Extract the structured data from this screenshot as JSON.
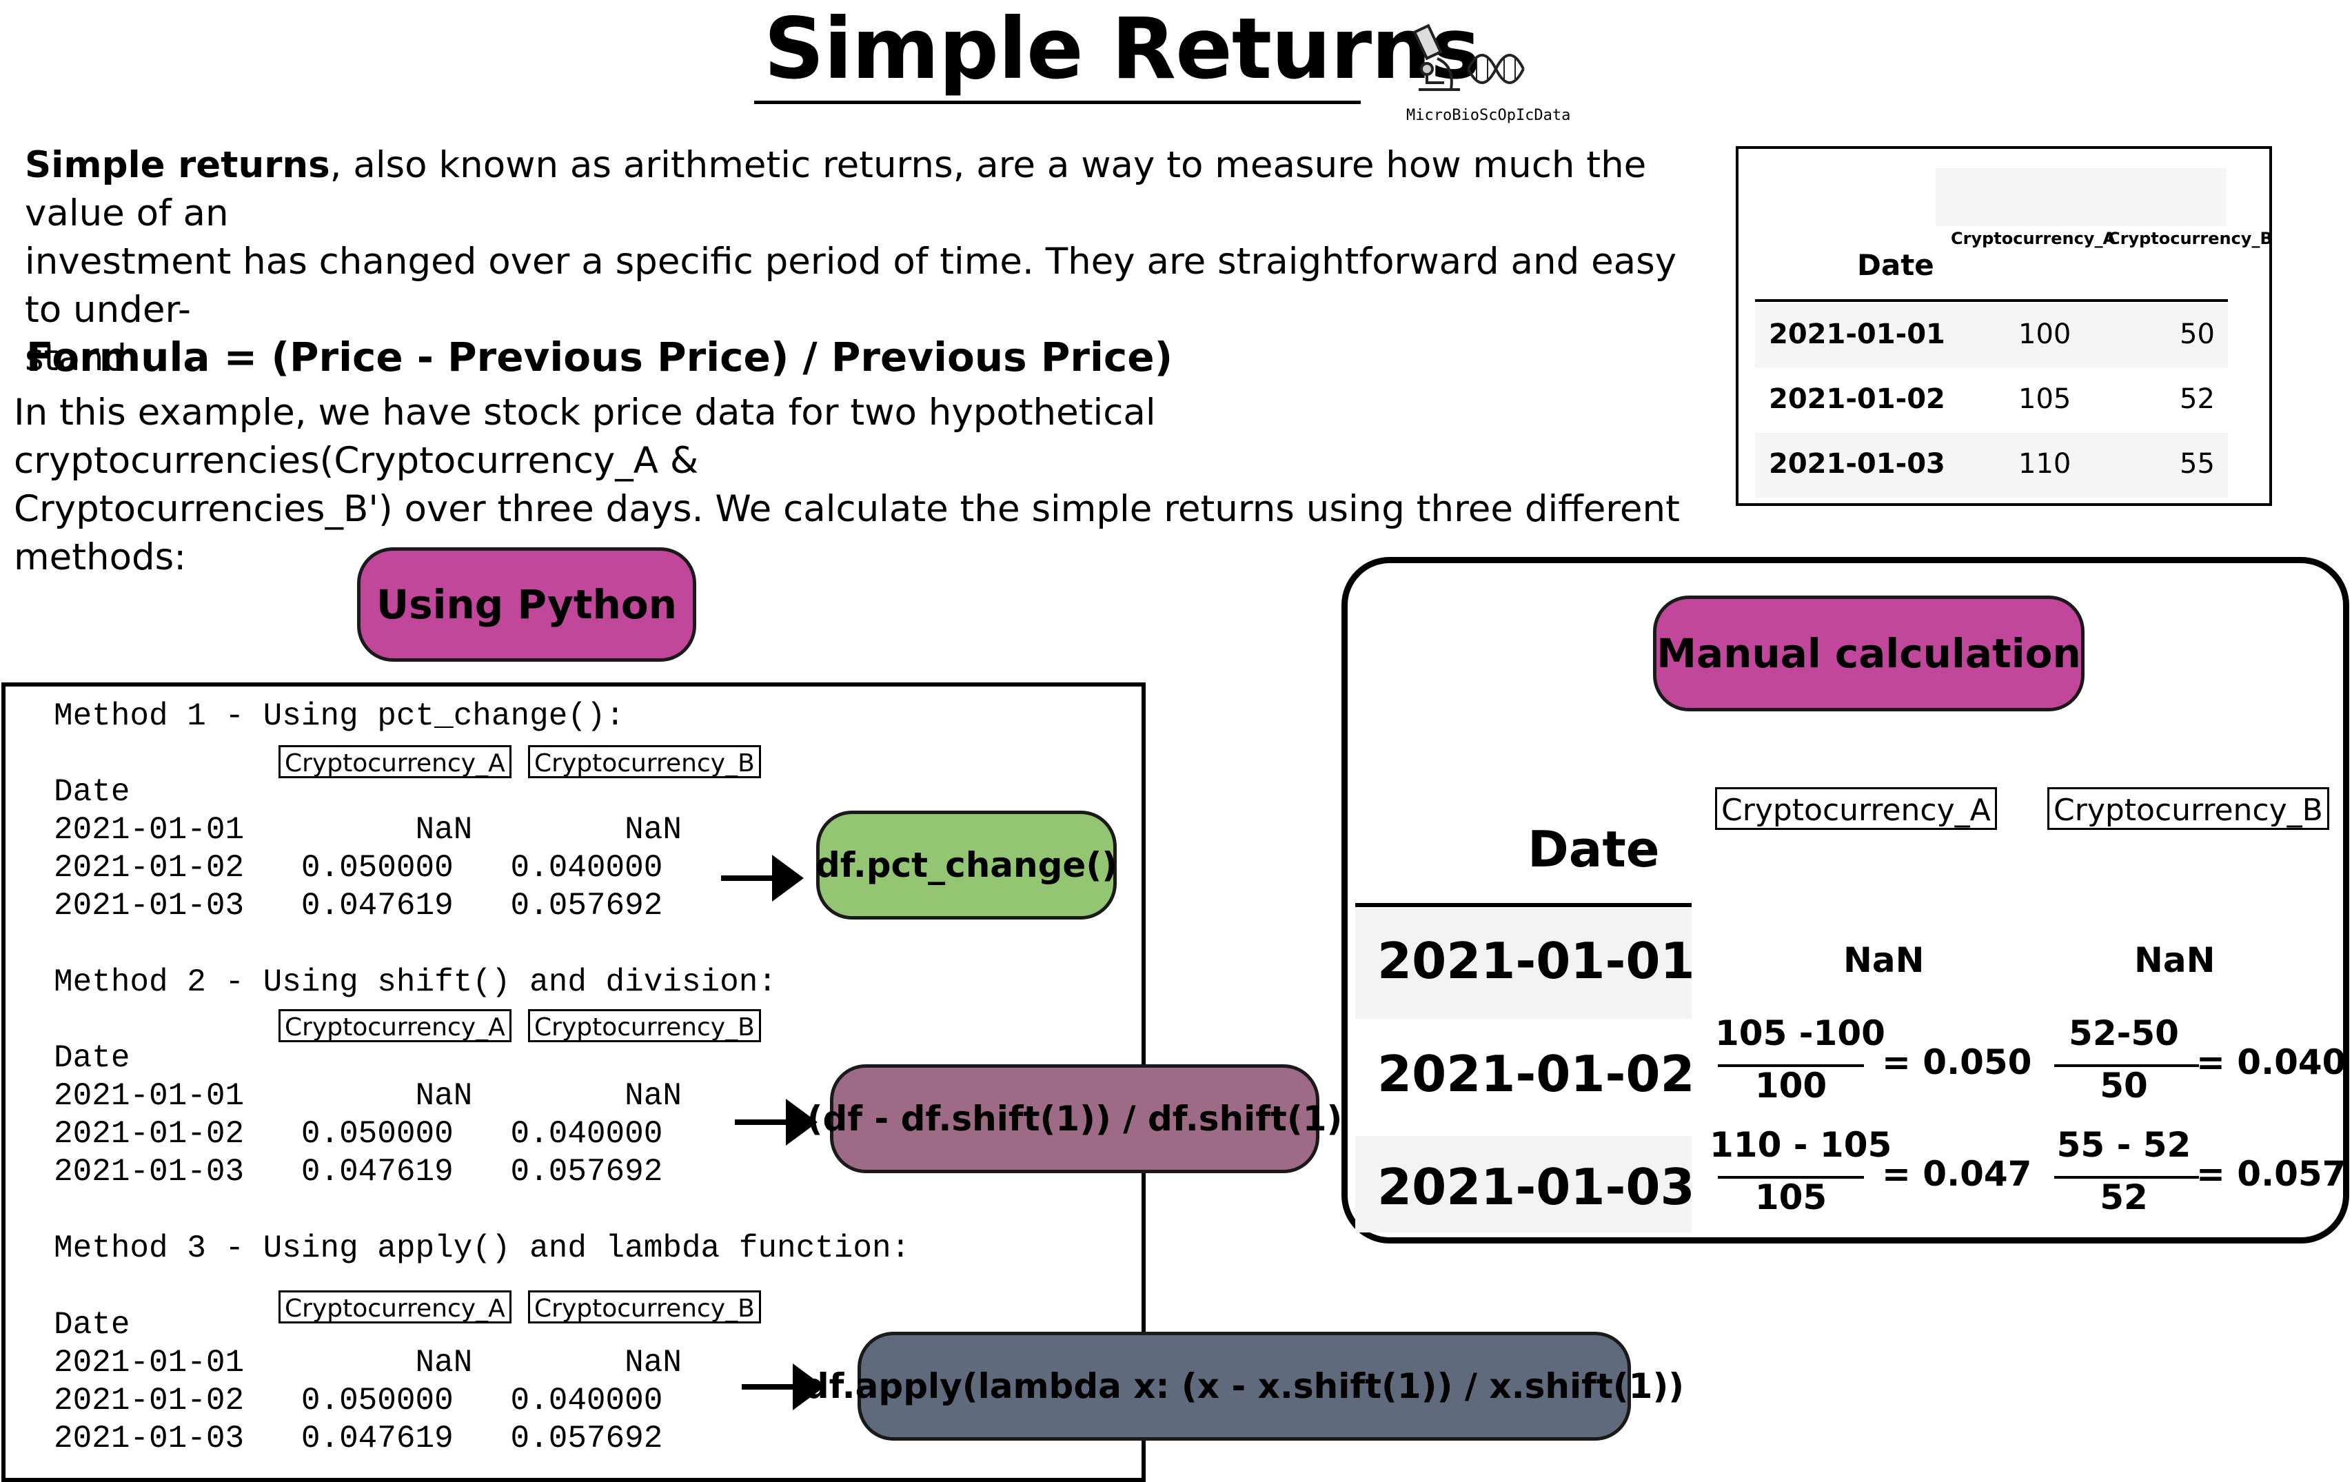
{
  "title": "Simple Returns",
  "logo_text": "MicroBioScOpIcData",
  "intro": {
    "bold": "Simple returns",
    "line1_rest": ", also known as arithmetic returns, are a way to measure how much the value of an",
    "line2": "investment has changed over a specific period of time. They are straightforward and easy to under-",
    "line3": "stand."
  },
  "formula": "Formula =  (Price - Previous Price) / Previous Price)",
  "example": {
    "line1": "In this example, we have stock price data for two hypothetical cryptocurrencies(Cryptocurrency_A &",
    "line2": "Cryptocurrencies_B') over three days. We calculate the simple returns using three different methods:"
  },
  "data_table": {
    "col_a": "Cryptocurrency_A",
    "col_b": "Cryptocurrency_B",
    "date_header": "Date",
    "rows": [
      {
        "date": "2021-01-01",
        "a": "100",
        "b": "50"
      },
      {
        "date": "2021-01-02",
        "a": "105",
        "b": "52"
      },
      {
        "date": "2021-01-03",
        "a": "110",
        "b": "55"
      }
    ]
  },
  "python": {
    "pill": "Using Python",
    "methods": [
      {
        "title": "Method 1 - Using pct_change():",
        "col_a": "Cryptocurrency_A",
        "col_b": "Cryptocurrency_B",
        "date_label": "Date",
        "rows": [
          "2021-01-01         NaN        NaN",
          "2021-01-02   0.050000   0.040000",
          "2021-01-03   0.047619   0.057692"
        ],
        "code_label": "df.pct_change()"
      },
      {
        "title": "Method 2 - Using shift() and division:",
        "col_a": "Cryptocurrency_A",
        "col_b": "Cryptocurrency_B",
        "date_label": "Date",
        "rows": [
          "2021-01-01         NaN        NaN",
          "2021-01-02   0.050000   0.040000",
          "2021-01-03   0.047619   0.057692"
        ],
        "code_label": "(df - df.shift(1)) / df.shift(1)"
      },
      {
        "title": "Method 3 - Using apply() and lambda function:",
        "col_a": "Cryptocurrency_A",
        "col_b": "Cryptocurrency_B",
        "date_label": "Date",
        "rows": [
          "2021-01-01         NaN        NaN",
          "2021-01-02   0.050000   0.040000",
          "2021-01-03   0.047619   0.057692"
        ],
        "code_label": "df.apply(lambda x: (x - x.shift(1)) / x.shift(1))"
      }
    ]
  },
  "manual": {
    "pill": "Manual calculation",
    "col_a": "Cryptocurrency_A",
    "col_b": "Cryptocurrency_B",
    "date_header": "Date",
    "rows": [
      {
        "date": "2021-01-01",
        "a_nan": "NaN",
        "b_nan": "NaN"
      },
      {
        "date": "2021-01-02",
        "a_num": "105 -100",
        "a_den": "100",
        "a_res": "= 0.050",
        "b_num": "52-50",
        "b_den": "50",
        "b_res": "= 0.040"
      },
      {
        "date": "2021-01-03",
        "a_num": "110 - 105",
        "a_den": "105",
        "a_res": "= 0.047",
        "b_num": "55 - 52",
        "b_den": "52",
        "b_res": "= 0.057"
      }
    ]
  },
  "colors": {
    "pill_magenta": "#c0479a",
    "pill_green": "#93c572",
    "pill_mauve": "#9e6b86",
    "pill_slate": "#5f6b7d"
  }
}
